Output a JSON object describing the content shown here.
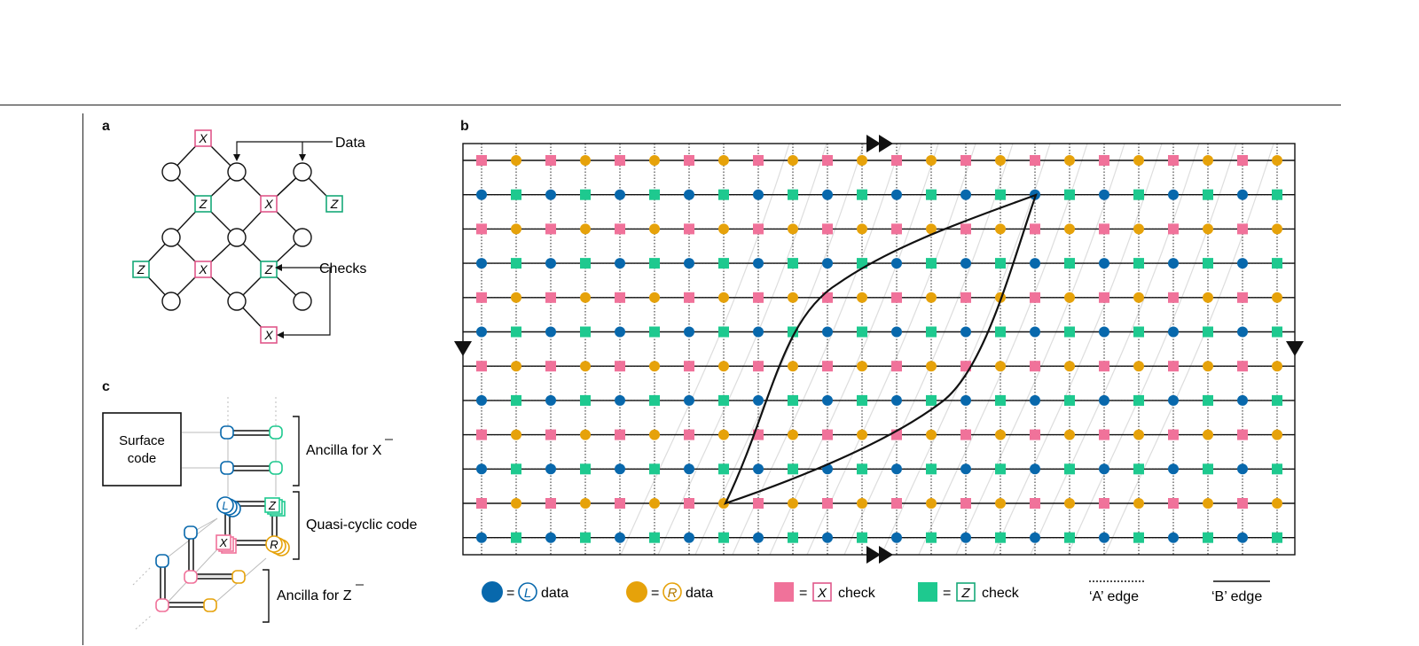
{
  "panels": {
    "a": {
      "letter": "a",
      "data_label": "Data",
      "checks_label": "Checks",
      "x_check": "X",
      "z_check": "Z"
    },
    "b": {
      "letter": "b"
    },
    "c": {
      "letter": "c",
      "surface_code_line1": "Surface",
      "surface_code_line2": "code",
      "ancilla_x": "Ancilla for X",
      "quasi_cyclic": "Quasi-cyclic code",
      "ancilla_z": "Ancilla for Z",
      "l_label": "L",
      "r_label": "R",
      "x_label": "X",
      "z_label": "Z"
    }
  },
  "legend": {
    "l_data": "data",
    "r_data": "data",
    "x_check": "check",
    "z_check": "check",
    "l_letter": "L",
    "r_letter": "R",
    "x_letter": "X",
    "z_letter": "Z",
    "equals": "=",
    "a_edge": "‘A’ edge",
    "b_edge": "‘B’ edge"
  },
  "colors": {
    "l_data": "#0868ac",
    "r_data": "#e6a20a",
    "x_check": "#f0729a",
    "z_check": "#1ec98f",
    "x_border": "#e0588a",
    "z_border": "#16a878"
  }
}
